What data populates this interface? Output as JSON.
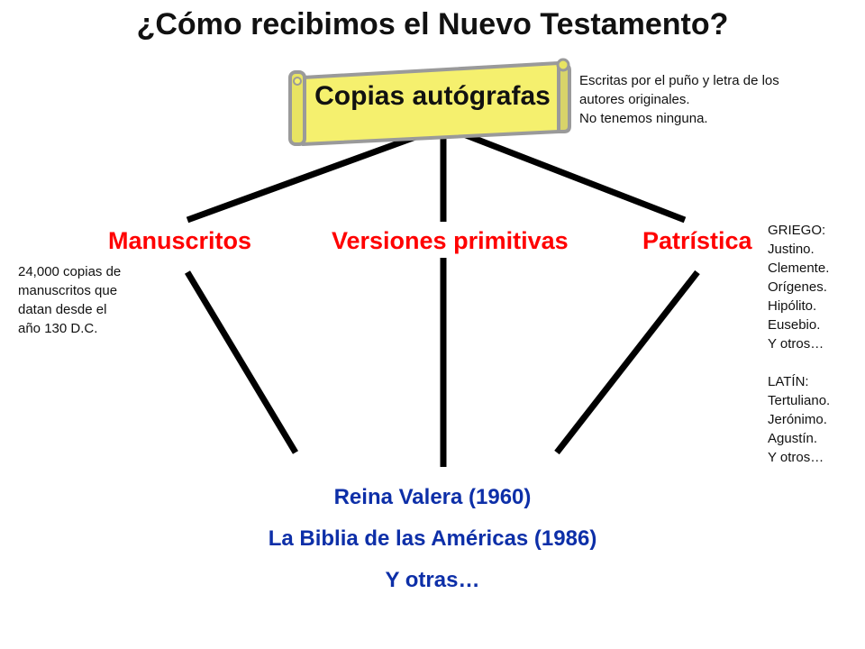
{
  "title": "¿Cómo recibimos el Nuevo Testamento?",
  "root": {
    "label": "Copias autógrafas",
    "note_lines": [
      "Escritas por el puño y letra de los",
      "autores originales.",
      "No tenemos ninguna."
    ]
  },
  "branches": [
    {
      "label": "Manuscritos"
    },
    {
      "label": "Versiones primitivas"
    },
    {
      "label": "Patrística"
    }
  ],
  "manuscritos_note_lines": [
    "24,000 copias de",
    "manuscritos que",
    "datan desde el",
    "año 130 D.C."
  ],
  "patristica_note_lines": [
    "GRIEGO:",
    "Justino.",
    "Clemente.",
    "Orígenes.",
    "Hipólito.",
    "Eusebio.",
    "Y otros…",
    "",
    "LATÍN:",
    "Tertuliano.",
    "Jerónimo.",
    "Agustín.",
    "Y otros…"
  ],
  "results": [
    "Reina Valera (1960)",
    "La Biblia de las Américas (1986)",
    "Y otras…"
  ],
  "colors": {
    "scroll_fill": "#f5f06e",
    "scroll_edge": "#9a9a9a",
    "branch_text": "#ff0000",
    "result_text": "#0d2fa8"
  }
}
